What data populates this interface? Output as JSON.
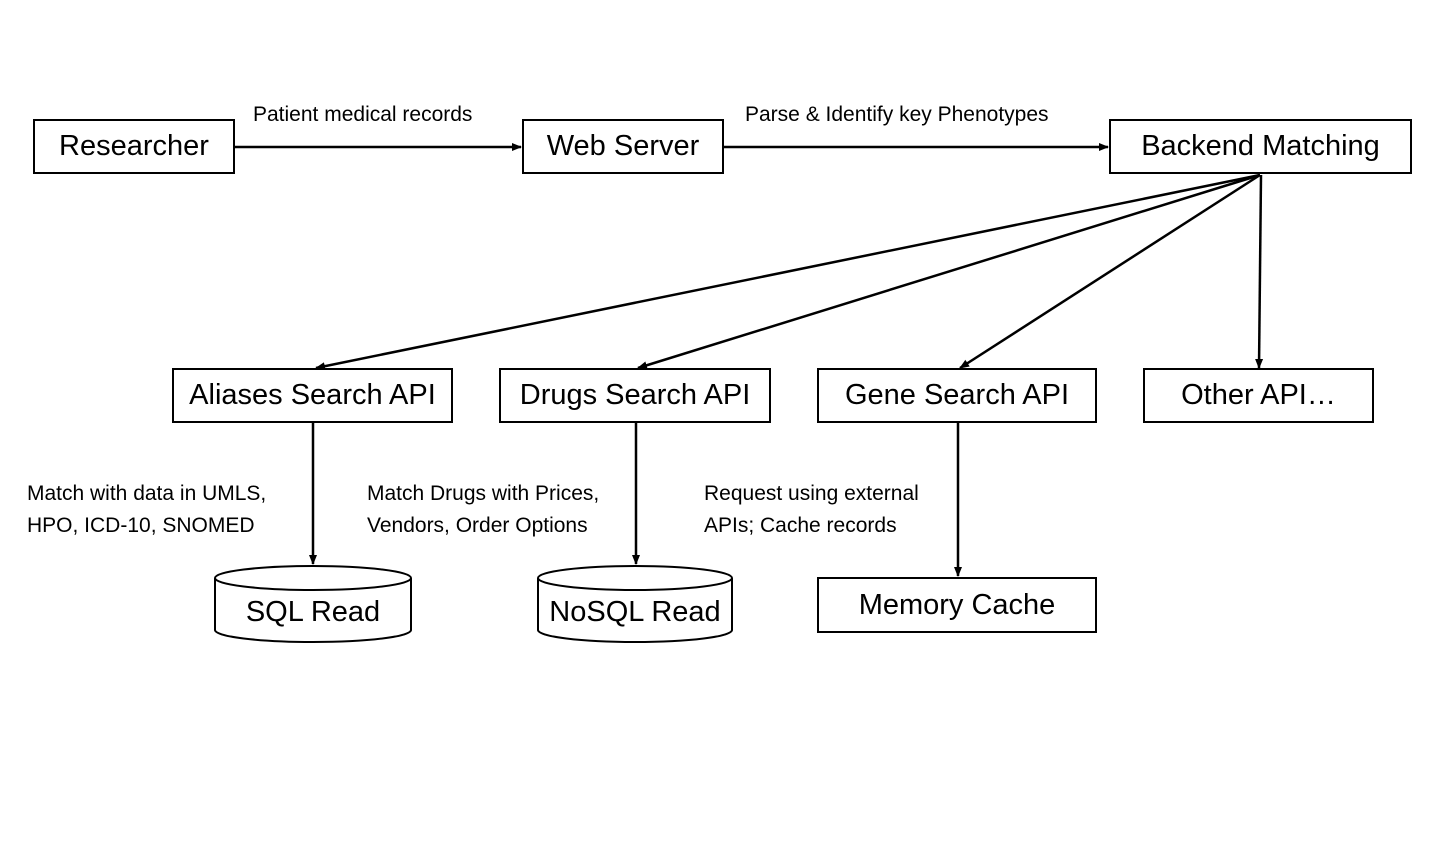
{
  "nodes": {
    "researcher": "Researcher",
    "web_server": "Web Server",
    "backend_matching": "Backend Matching",
    "aliases_api": "Aliases Search API",
    "drugs_api": "Drugs Search API",
    "gene_api": "Gene Search API",
    "other_api": "Other API…",
    "sql_read": "SQL Read",
    "nosql_read": "NoSQL Read",
    "memory_cache": "Memory Cache"
  },
  "edges": {
    "researcher_to_web": "Patient medical records",
    "web_to_backend": "Parse & Identify key Phenotypes",
    "aliases_to_sql": [
      "Match with data in UMLS,",
      "HPO, ICD-10, SNOMED"
    ],
    "drugs_to_nosql": [
      "Match Drugs with Prices,",
      "Vendors, Order Options"
    ],
    "gene_to_cache": [
      "Request using external",
      "APIs; Cache records"
    ]
  }
}
